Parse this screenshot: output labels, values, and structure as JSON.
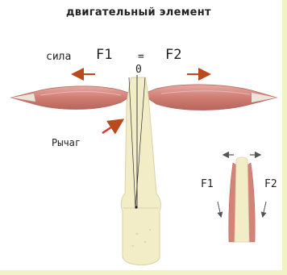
{
  "title": "двигательный элемент",
  "labels": {
    "force": "сила",
    "f1": "F1",
    "equals": "=",
    "f2": "F2",
    "pivot": "0",
    "lever": "Рычаг"
  },
  "small_diagram": {
    "f1": "F1",
    "f2": "F2"
  },
  "colors": {
    "muscle": "#d98b82",
    "bone": "#f1ecc6",
    "arrow": "#b84a1d",
    "pointer": "#e03333"
  }
}
